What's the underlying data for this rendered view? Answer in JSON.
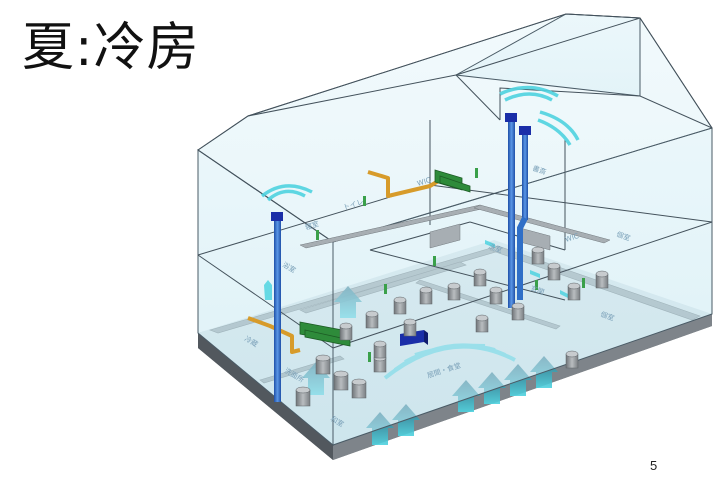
{
  "slide": {
    "title": "夏:冷房",
    "page_number": "5"
  },
  "room_labels": [
    "寝室",
    "トイレ",
    "WIC",
    "書斎",
    "洗室",
    "WIC",
    "個室",
    "個室",
    "冷蔵",
    "浴室",
    "玄関",
    "洗面所",
    "居間・食堂",
    "和室"
  ],
  "colors": {
    "glass_fill": "#cfeaf3",
    "glass_edge": "#4a5b66",
    "floor_gray": "#8d9399",
    "floor_dark": "#4b5157",
    "duct_blue": "#2f6fc7",
    "pipe_orange": "#d79b2a",
    "unit_green": "#2e8b3a",
    "airflow_cyan": "#4fd3e0",
    "aircon_blue": "#1a2ea8"
  }
}
